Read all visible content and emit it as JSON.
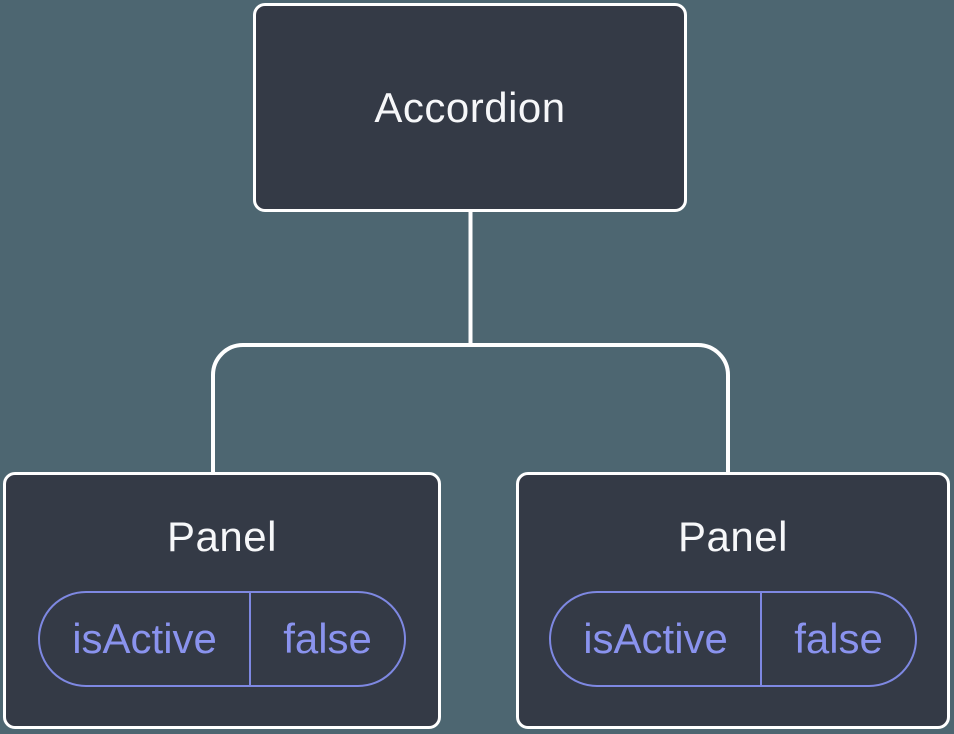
{
  "diagram": {
    "root": {
      "label": "Accordion"
    },
    "panels": [
      {
        "title": "Panel",
        "state": {
          "key": "isActive",
          "value": "false"
        }
      },
      {
        "title": "Panel",
        "state": {
          "key": "isActive",
          "value": "false"
        }
      }
    ]
  },
  "colors": {
    "background": "#4d6671",
    "node_fill": "#343a46",
    "node_border": "#ffffff",
    "connector": "#ffffff",
    "title_text": "#f6f7f9",
    "state_border": "#7e88e2",
    "state_text": "#8a93ee"
  }
}
